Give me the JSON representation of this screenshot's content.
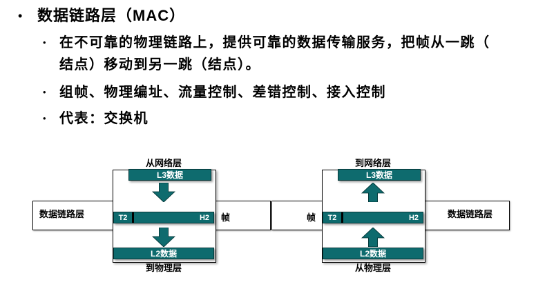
{
  "colors": {
    "teal": "#0e6b6e",
    "teal_border": "#07393a",
    "text": "#000000",
    "background": "#ffffff"
  },
  "slide": {
    "bullet_char": "•",
    "title": "数据链路层（MAC）",
    "bullets": [
      {
        "lines": [
          "在不可靠的物理链路上，提供可靠的数据传输服务，把帧从一跳（",
          "结点）移动到另一跳（结点）。"
        ]
      },
      {
        "lines": [
          "组帧、物理编址、流量控制、差错控制、接入控制"
        ]
      },
      {
        "lines": [
          "代表：交换机"
        ]
      }
    ]
  },
  "diagram": {
    "labels": {
      "l3": "L3数据",
      "l2": "L2数据",
      "layer": "数据链路层",
      "t2": "T2",
      "h2": "H2",
      "frame": "帧"
    },
    "left": {
      "top": "从网络层",
      "bottom": "到物理层",
      "direction": "down"
    },
    "right": {
      "top": "到网络层",
      "bottom": "从物理层",
      "direction": "up"
    }
  }
}
